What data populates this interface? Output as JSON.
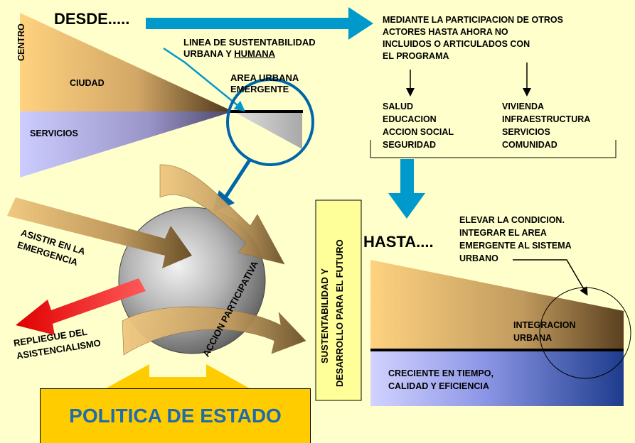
{
  "colors": {
    "background": "#FFFFCC",
    "arrow_blue": "#0099CC",
    "ring_blue": "#0066AA",
    "arrow_red": "#FF0000",
    "tan_dark": "#5A4020",
    "policy_fill": "#FFCC00",
    "policy_text": "#1E6BAE",
    "callout_fill": "#FFFF99"
  },
  "top_left": {
    "desde": "DESDE.....",
    "centro": "CENTRO",
    "ciudad": "CIUDAD",
    "servicios": "SERVICIOS",
    "linea_line1": "LINEA DE SUSTENTABILIDAD",
    "linea_line2_a": "URBANA Y ",
    "linea_line2_b": "HUMANA",
    "area_line1": "AREA URBANA",
    "area_line2": "EMERGENTE"
  },
  "top_right": {
    "mediante": [
      "MEDIANTE LA PARTICIPACION DE OTROS",
      "ACTORES HASTA AHORA NO",
      "INCLUIDOS O ARTICULADOS CON",
      "EL PROGRAMA"
    ],
    "col_left": [
      "SALUD",
      "EDUCACION",
      "ACCION SOCIAL",
      "SEGURIDAD"
    ],
    "col_right": [
      "VIVIENDA",
      "INFRAESTRUCTURA",
      "SERVICIOS",
      "COMUNIDAD"
    ]
  },
  "middle": {
    "asistir": [
      "ASISTIR EN LA",
      "EMERGENCIA"
    ],
    "repliegue": [
      "REPLIEGUE DEL",
      "ASISTENCIALISMO"
    ],
    "accion": "ACCION PARTICIPATIVA",
    "vertical_line1": "SUSTENTABILIDAD Y",
    "vertical_line2": "DESARROLLO PARA EL FUTURO"
  },
  "bottom_right": {
    "hasta": "HASTA....",
    "elevar": [
      "ELEVAR LA CONDICION.",
      "INTEGRAR EL AREA",
      "EMERGENTE AL SISTEMA",
      "URBANO"
    ],
    "integracion": [
      "INTEGRACION",
      "URBANA"
    ],
    "creciente": [
      "CRECIENTE EN TIEMPO,",
      "CALIDAD Y EFICIENCIA"
    ]
  },
  "policy": {
    "label": "POLITICA DE ESTADO"
  }
}
